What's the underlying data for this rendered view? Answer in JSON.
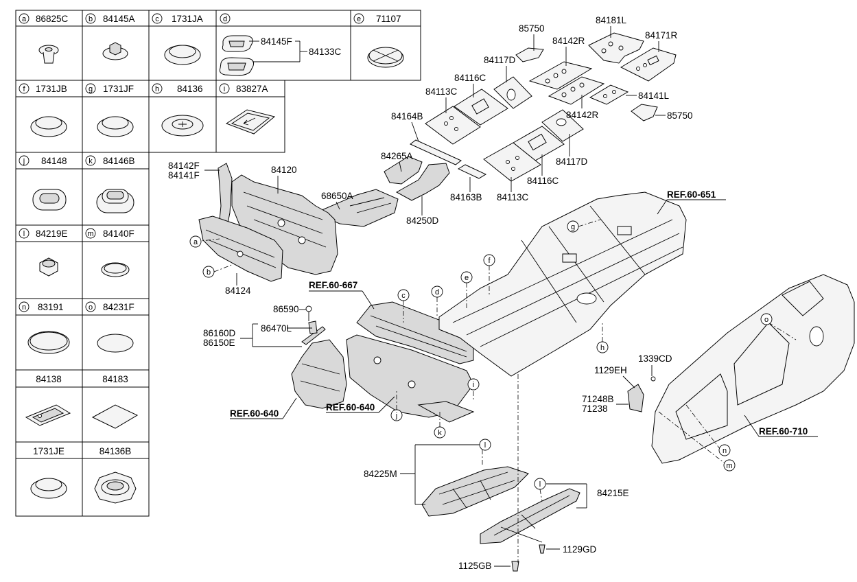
{
  "table": {
    "cells": [
      {
        "letter": "a",
        "code": "86825C"
      },
      {
        "letter": "b",
        "code": "84145A"
      },
      {
        "letter": "c",
        "code": "1731JA"
      },
      {
        "letter": "d",
        "code": ""
      },
      {
        "letter": "e",
        "code": "71107"
      },
      {
        "letter": "f",
        "code": "1731JB"
      },
      {
        "letter": "g",
        "code": "1731JF"
      },
      {
        "letter": "h",
        "code": "84136"
      },
      {
        "letter": "i",
        "code": "83827A"
      },
      {
        "letter": "j",
        "code": "84148"
      },
      {
        "letter": "k",
        "code": "84146B"
      },
      {
        "letter": "l",
        "code": "84219E"
      },
      {
        "letter": "m",
        "code": "84140F"
      },
      {
        "letter": "n",
        "code": "83191"
      },
      {
        "letter": "o",
        "code": "84231F"
      },
      {
        "letter": "",
        "code": "84138"
      },
      {
        "letter": "",
        "code": "84183"
      },
      {
        "letter": "",
        "code": "1731JE"
      },
      {
        "letter": "",
        "code": "84136B"
      }
    ],
    "d_sub": {
      "a": "84145F",
      "b": "84133C"
    }
  },
  "labels": {
    "l85750a": "85750",
    "l84181L": "84181L",
    "l84171R": "84171R",
    "l84142Ra": "84142R",
    "l84117Da": "84117D",
    "l84116Ca": "84116C",
    "l84113Ca": "84113C",
    "l84141L": "84141L",
    "l84142Rb": "84142R",
    "l85750b": "85750",
    "l84164B": "84164B",
    "l84265A": "84265A",
    "l84117Db": "84117D",
    "l84116Cb": "84116C",
    "l84113Cb": "84113C",
    "l84163B": "84163B",
    "l68650A": "68650A",
    "l84250D": "84250D",
    "l84142F": "84142F",
    "l84141F": "84141F",
    "l84120": "84120",
    "l84124": "84124",
    "l86590": "86590",
    "l86470L": "86470L",
    "l86160D": "86160D",
    "l86150E": "86150E",
    "l1129EH": "1129EH",
    "l1339CD": "1339CD",
    "l71248B": "71248B",
    "l71238": "71238",
    "l84225M": "84225M",
    "l84215E": "84215E",
    "l1129GD": "1129GD",
    "l1125GB": "1125GB"
  },
  "refs": {
    "r651": "REF.60-651",
    "r667": "REF.60-667",
    "r640a": "REF.60-640",
    "r640b": "REF.60-640",
    "r710": "REF.60-710"
  },
  "callouts": {
    "a": "a",
    "b": "b",
    "c": "c",
    "d": "d",
    "e": "e",
    "f": "f",
    "g": "g",
    "h": "h",
    "i": "i",
    "j": "j",
    "k": "k",
    "l1": "l",
    "l2": "l",
    "m": "m",
    "n": "n",
    "o": "o"
  }
}
